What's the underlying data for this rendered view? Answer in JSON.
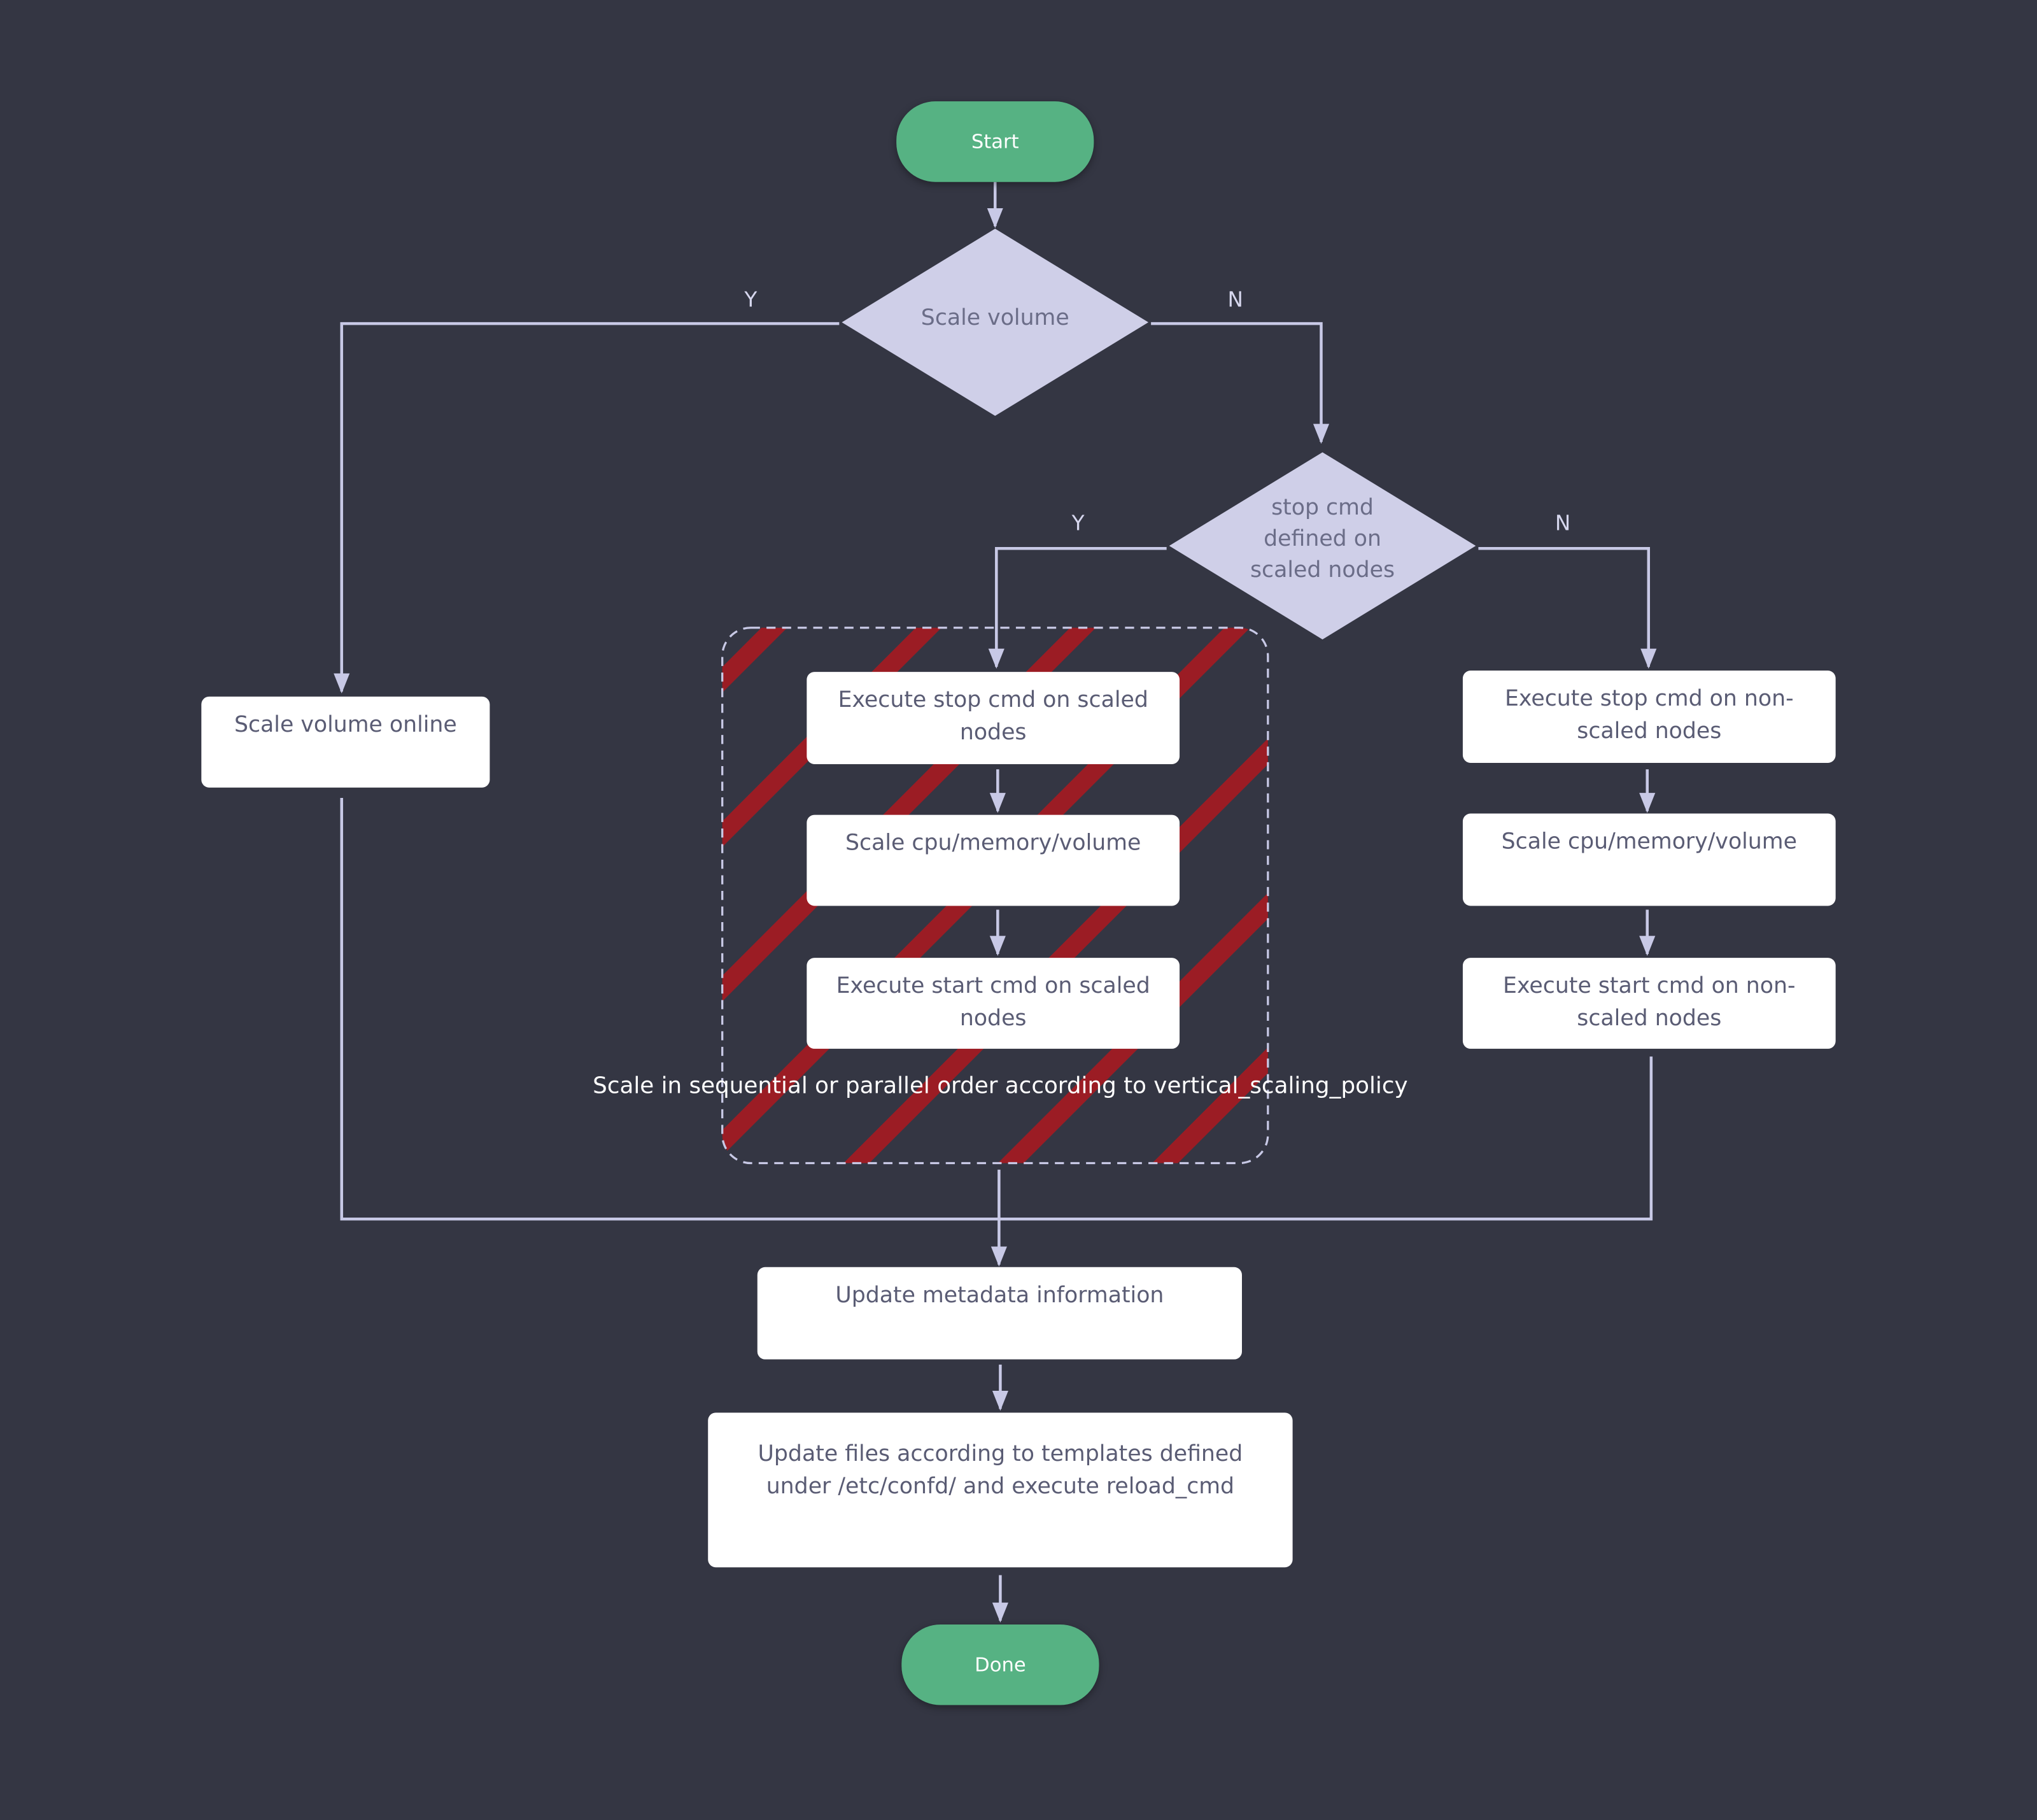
{
  "nodes": {
    "start": "Start",
    "scale_volume_decision": "Scale volume",
    "stop_cmd_decision": "stop cmd defined on scaled nodes",
    "scale_volume_online": "Scale volume online",
    "exec_stop_scaled": "Execute stop cmd on scaled nodes",
    "scale_cpu_scaled": "Scale cpu/memory/volume",
    "exec_start_scaled": "Execute start cmd on scaled nodes",
    "exec_stop_non_scaled": "Execute stop cmd on non-scaled nodes",
    "scale_cpu_non_scaled": "Scale cpu/memory/volume",
    "exec_start_non_scaled": "Execute start cmd on non-scaled nodes",
    "update_metadata": "Update metadata information",
    "update_files": "Update files according to templates defined under /etc/confd/ and execute reload_cmd",
    "done": "Done"
  },
  "edge_labels": {
    "volume_yes": "Y",
    "volume_no": "N",
    "stop_yes": "Y",
    "stop_no": "N"
  },
  "group_note": "Scale in sequential or parallel order according to vertical_scaling_policy",
  "colors": {
    "background": "#343643",
    "terminal": "#56b283",
    "diamond": "#cfcfe8",
    "box": "#ffffff",
    "connector": "#c8c9e6",
    "hatch": "#9b1c24",
    "box_text": "#5a5c74"
  }
}
